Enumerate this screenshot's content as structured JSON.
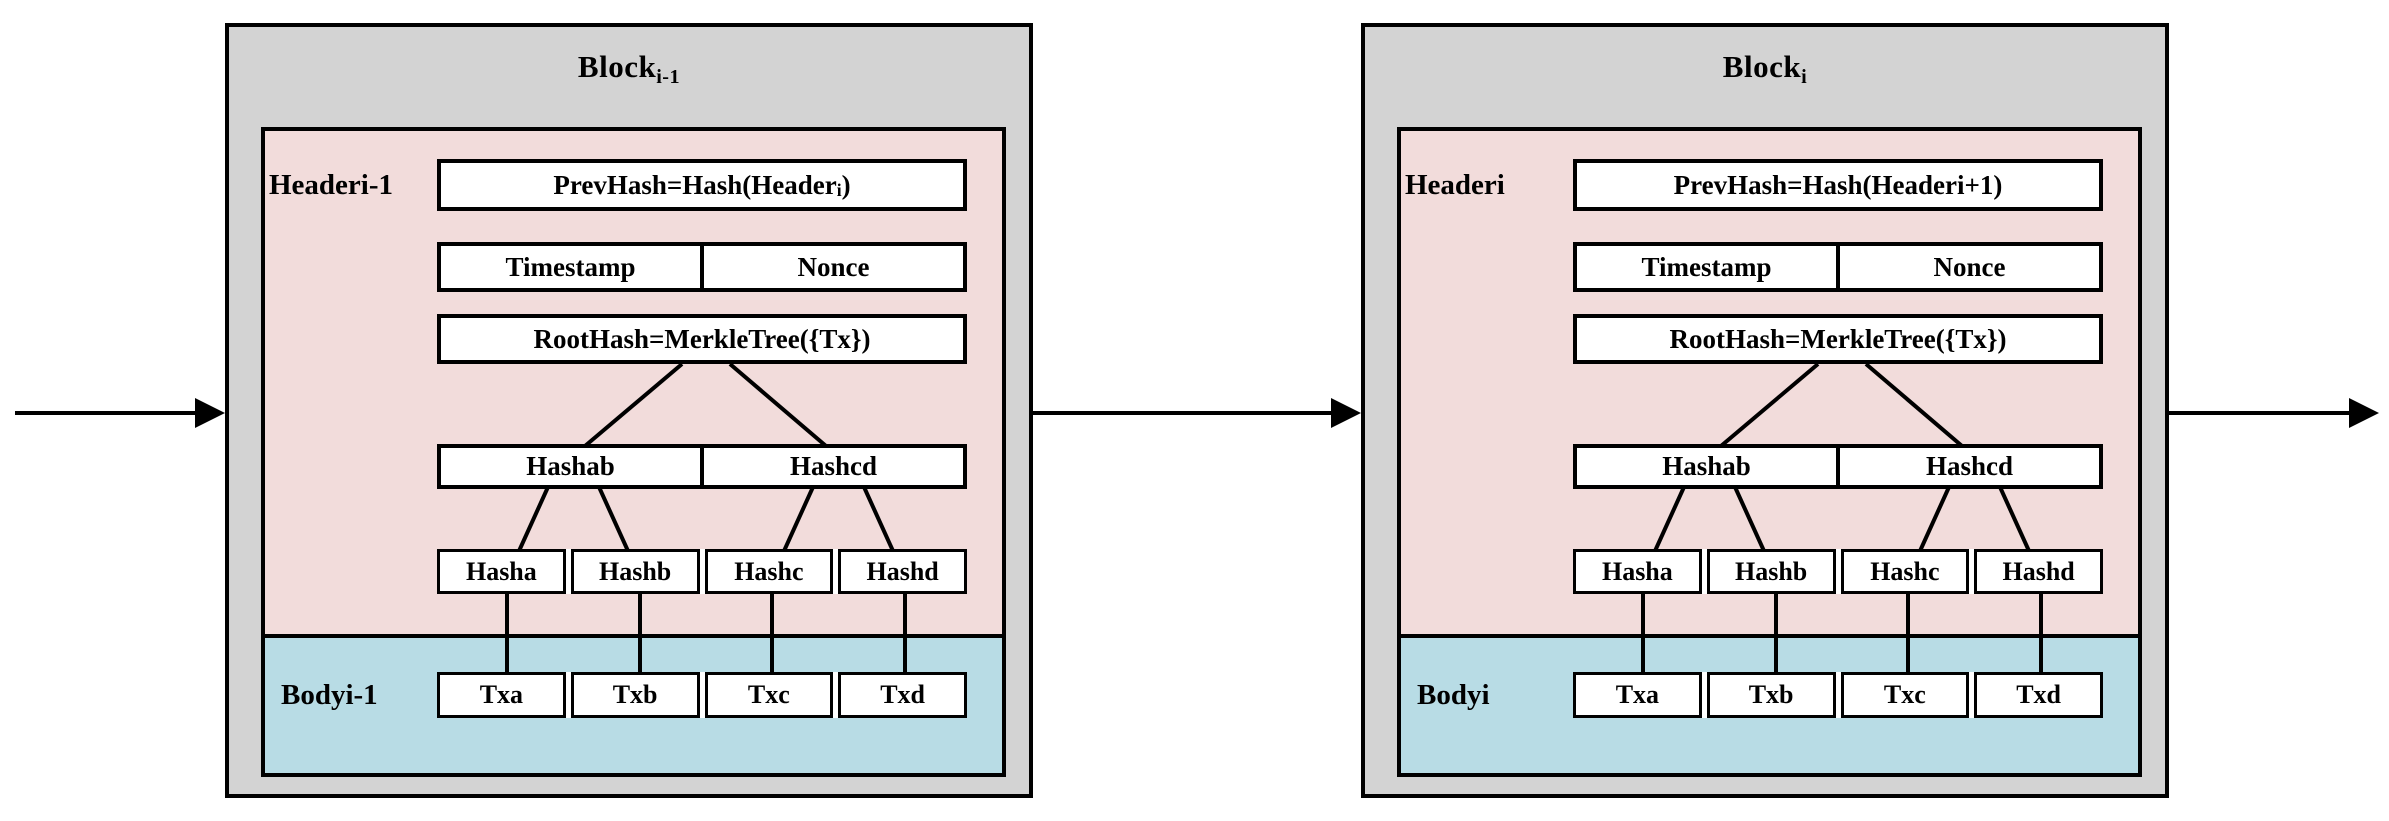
{
  "colors": {
    "block_background": "#d3d3d3",
    "header_background": "#f2dcdb",
    "body_background": "#b8dce5",
    "box_background": "#ffffff",
    "line_color": "#000000"
  },
  "blocks": [
    {
      "title_base": "Block",
      "title_sub": "i-1",
      "header_label": "Headeri-1",
      "body_label": "Bodyi-1",
      "prevhash_pre": "PrevHash=Hash(Header",
      "prevhash_sub": "i",
      "prevhash_post": ")",
      "timestamp": "Timestamp",
      "nonce": "Nonce",
      "roothash": "RootHash=MerkleTree({Tx})",
      "level1": [
        "Hashab",
        "Hashcd"
      ],
      "level2": [
        "Hasha",
        "Hashb",
        "Hashc",
        "Hashd"
      ],
      "transactions": [
        "Txa",
        "Txb",
        "Txc",
        "Txd"
      ]
    },
    {
      "title_base": "Block",
      "title_sub": "i",
      "header_label": "Headeri",
      "body_label": "Bodyi",
      "prevhash_pre": "PrevHash=Hash(Headeri+1)",
      "prevhash_sub": "",
      "prevhash_post": "",
      "timestamp": "Timestamp",
      "nonce": "Nonce",
      "roothash": "RootHash=MerkleTree({Tx})",
      "level1": [
        "Hashab",
        "Hashcd"
      ],
      "level2": [
        "Hasha",
        "Hashb",
        "Hashc",
        "Hashd"
      ],
      "transactions": [
        "Txa",
        "Txb",
        "Txc",
        "Txd"
      ]
    }
  ]
}
